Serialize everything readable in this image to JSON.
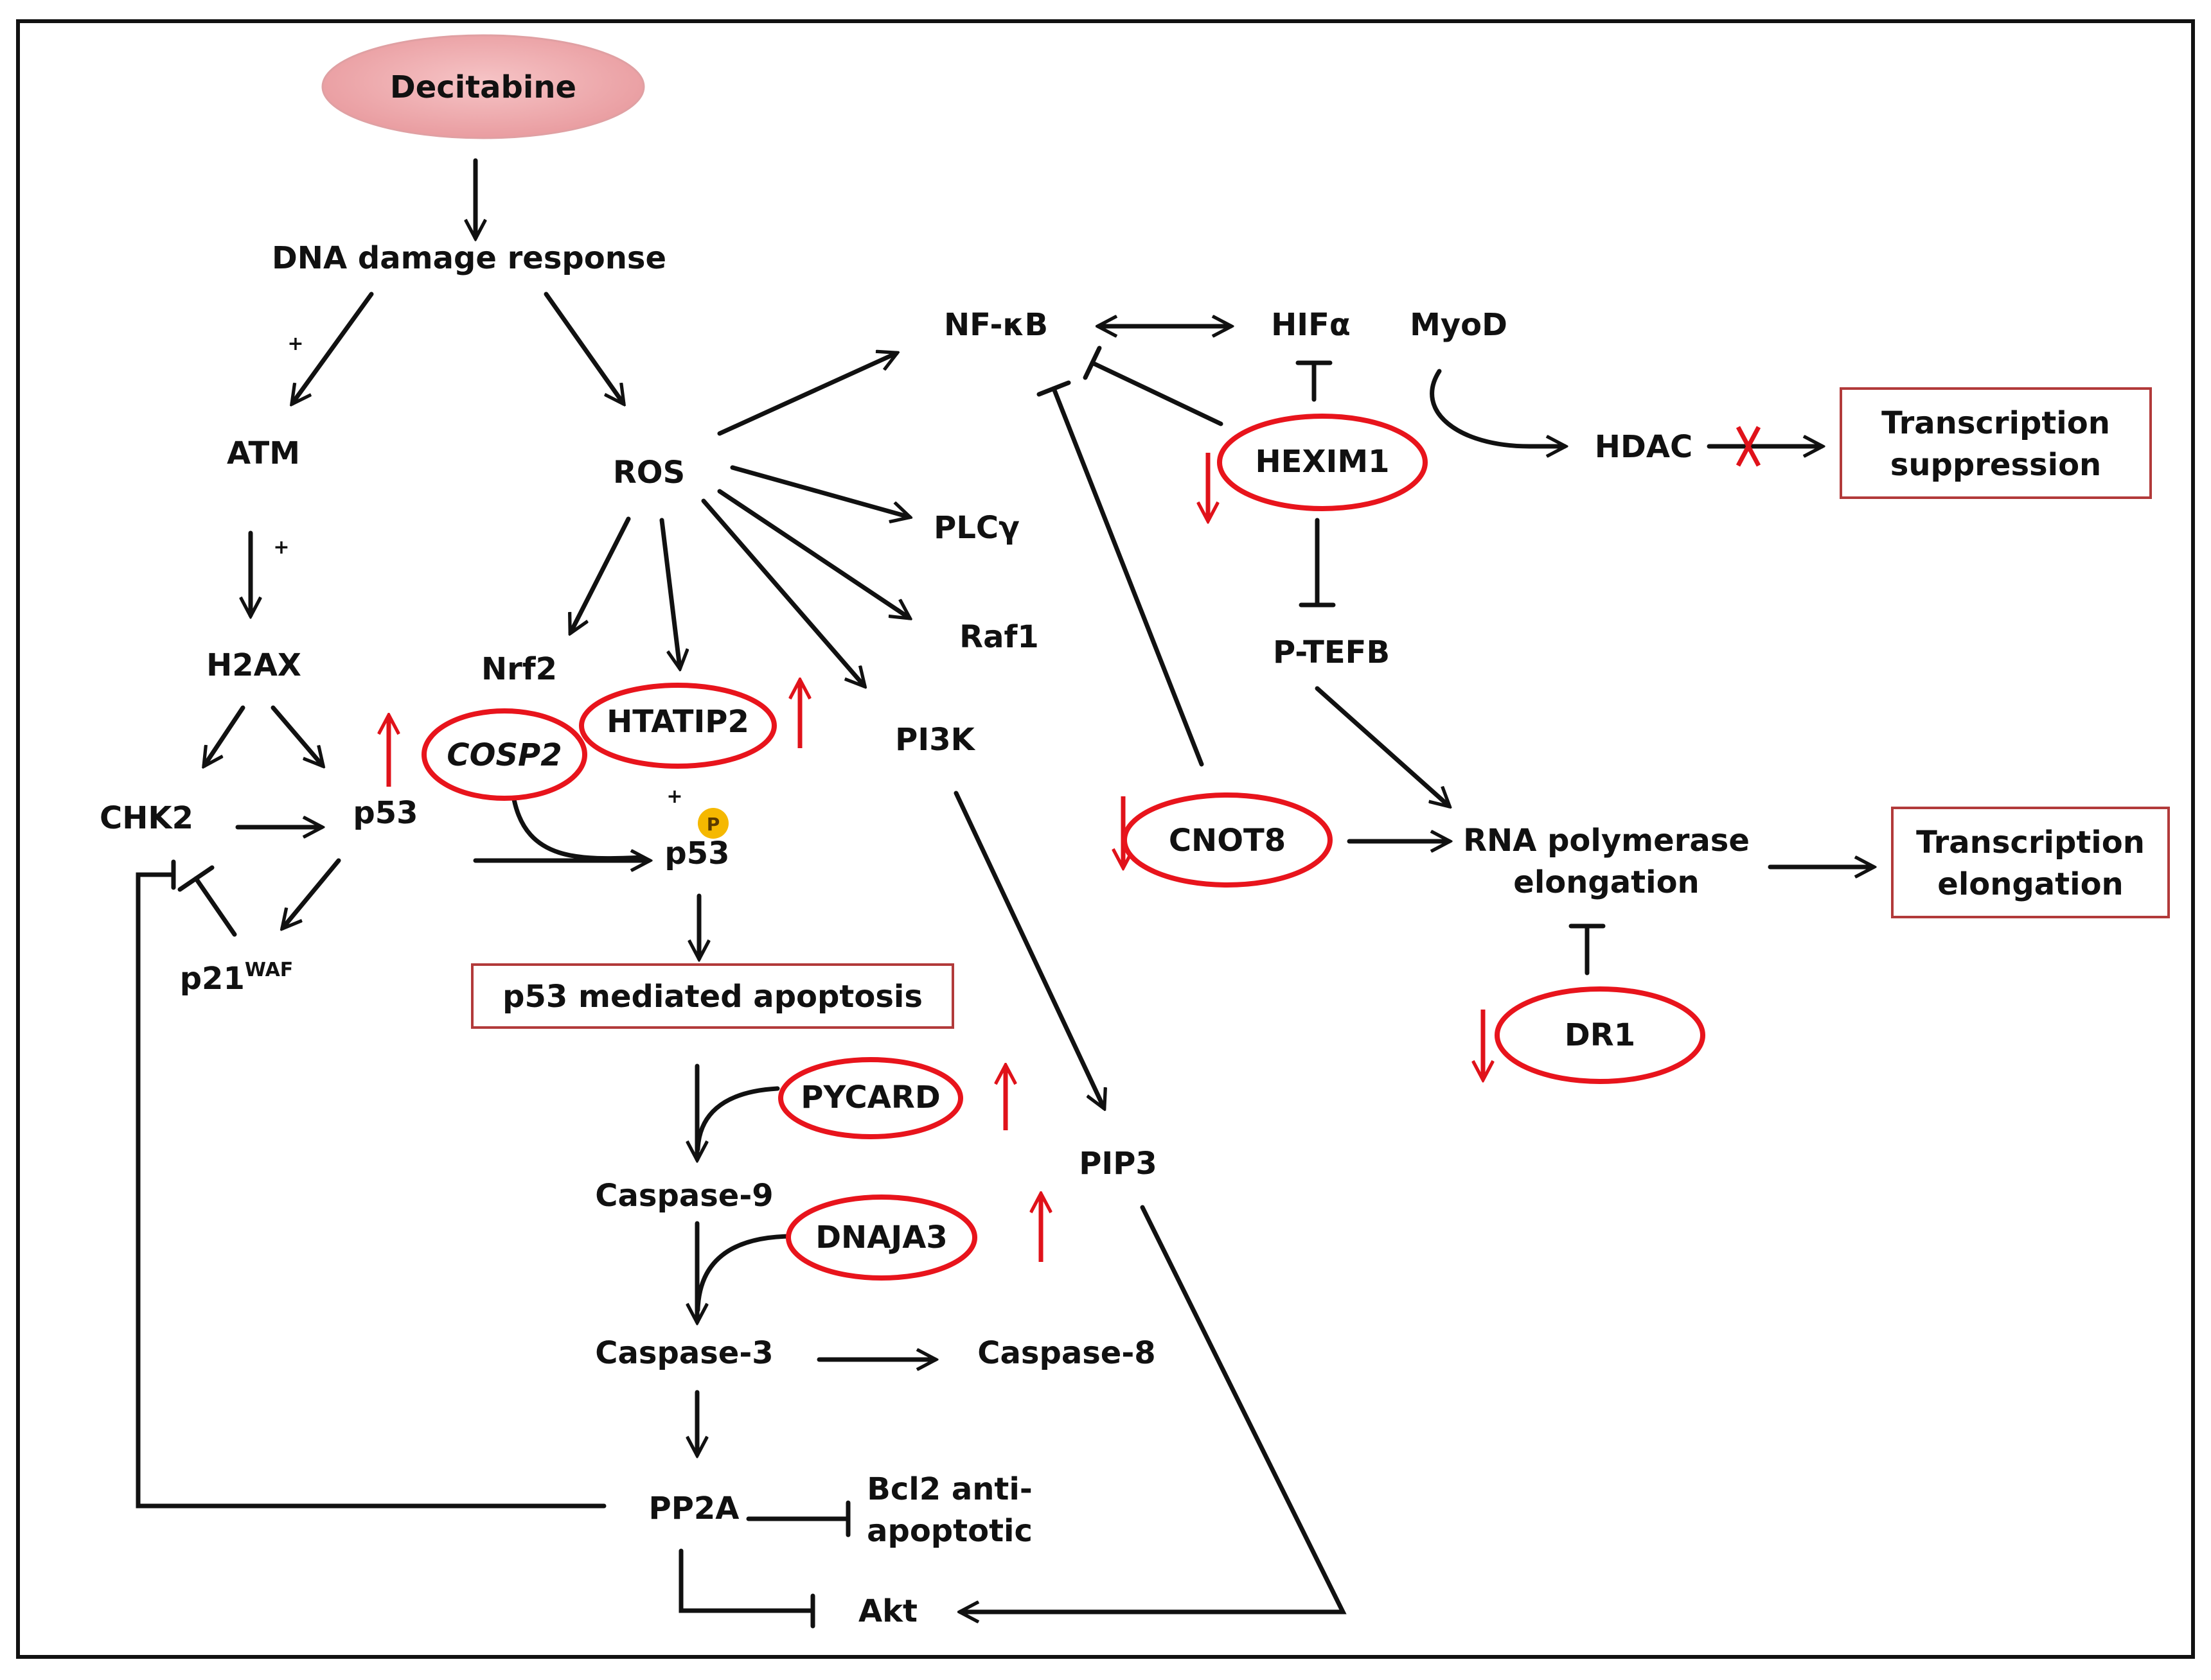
{
  "diagram": {
    "drug": "Decitabine",
    "nodes": {
      "dna_damage": "DNA damage response",
      "atm": "ATM",
      "h2ax": "H2AX",
      "chk2": "CHK2",
      "p53": "p53",
      "p21": "p21",
      "p21_sup": "WAF",
      "ros": "ROS",
      "nrf2": "Nrf2",
      "htatip2": "HTATIP2",
      "cosp2": "COSP2",
      "p53p": "p53",
      "phospho": "P",
      "plc": "PLCγ",
      "raf1": "Raf1",
      "pi3k": "PI3K",
      "nfkb": "NF-κB",
      "hif": "HIFα",
      "myod": "MyoD",
      "hexim1": "HEXIM1",
      "hdac": "HDAC",
      "transcription_suppression": [
        "Transcription",
        "suppression"
      ],
      "ptefb": "P-TEFB",
      "cnot8": "CNOT8",
      "rnapol": [
        "RNA polymerase",
        "elongation"
      ],
      "transcription_elongation": [
        "Transcription",
        "elongation"
      ],
      "dr1": "DR1",
      "p53_apoptosis": "p53 mediated apoptosis",
      "pycard": "PYCARD",
      "caspase9": "Caspase-9",
      "dnaja3": "DNAJA3",
      "caspase3": "Caspase-3",
      "caspase8": "Caspase-8",
      "pip3": "PIP3",
      "pp2a": "PP2A",
      "bcl2": [
        "Bcl2 anti-",
        "apoptotic"
      ],
      "akt": "Akt",
      "plus": "+"
    },
    "colors": {
      "regulation": "#e0121a",
      "drug_fill": "#f2b3b5",
      "box_border": "#b23a3a",
      "phospho_badge": "#f5b800"
    }
  }
}
